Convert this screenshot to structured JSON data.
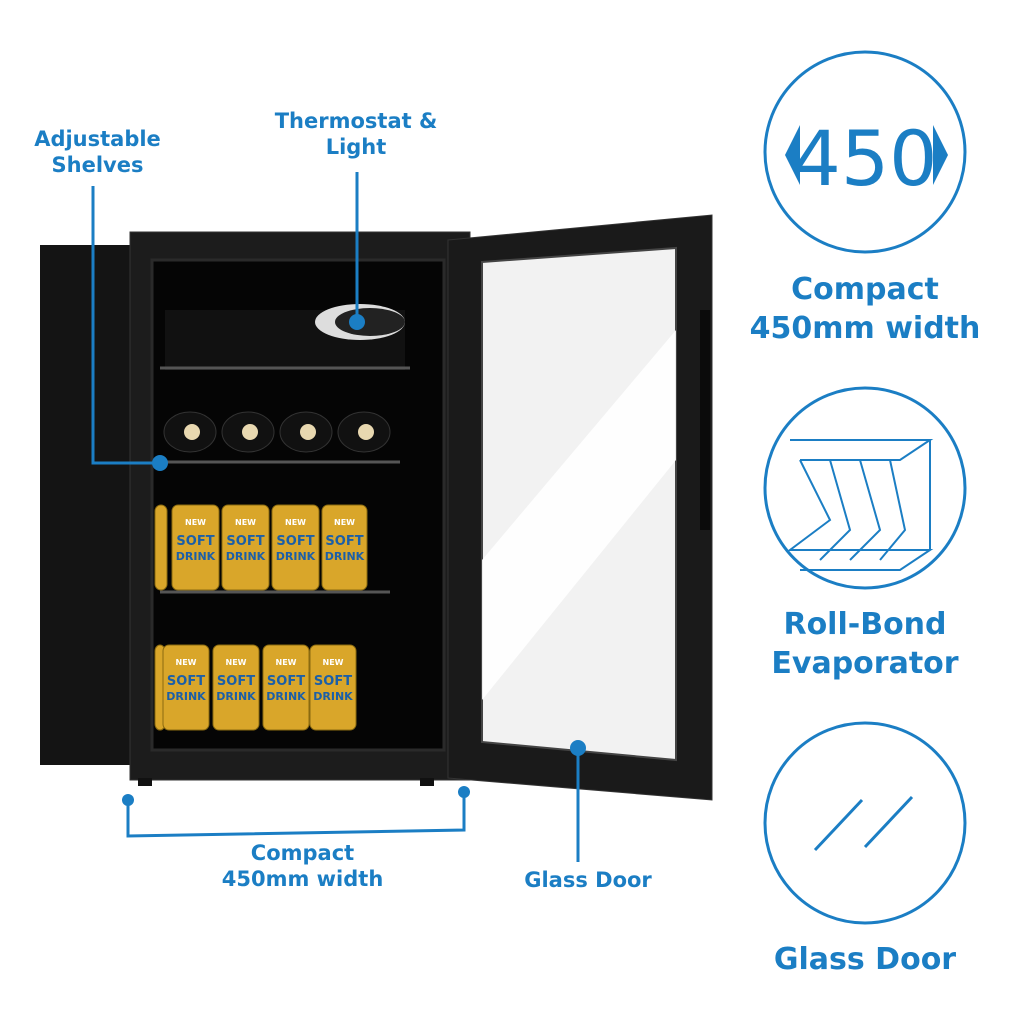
{
  "colors": {
    "accent": "#1b7ec4",
    "fridge": "#1a1a1a",
    "can": "#d9a62a"
  },
  "callouts": {
    "shelves": [
      "Adjustable",
      "Shelves"
    ],
    "thermostat": [
      "Thermostat &",
      "Light"
    ],
    "width": [
      "Compact",
      "450mm width"
    ],
    "door": "Glass Door"
  },
  "features": [
    {
      "icon": "width-450-icon",
      "icon_text": "450",
      "lines": [
        "Compact",
        "450mm width"
      ]
    },
    {
      "icon": "roll-bond-evaporator-icon",
      "lines": [
        "Roll-Bond",
        "Evaporator"
      ]
    },
    {
      "icon": "glass-door-icon",
      "lines": [
        "Glass Door"
      ]
    }
  ],
  "cans": {
    "label_top": "NEW",
    "label_mid": "SOFT",
    "label_bot": "DRINK"
  }
}
